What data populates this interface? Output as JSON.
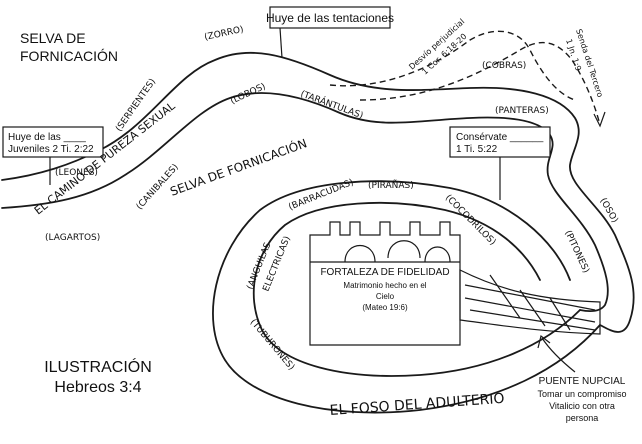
{
  "labels": {
    "forest_top": [
      "SELVA DE",
      "FORNICACIÓN"
    ],
    "temptations_box": "Huye de las tentaciones",
    "zorro": "(ZORRO)",
    "serpientes": "(SERPIENTES)",
    "lobos": "(LOBOS)",
    "leones": "(LEONES)",
    "tarantulas": "(TARÁNTULAS)",
    "cobras": "(COBRAS)",
    "panteras": "(PANTERAS)",
    "canibales": "(CANIBALES)",
    "lagartos": "(LAGARTOS)",
    "oso": "(OSO)",
    "pitones": "(PITONES)",
    "barracudas": "(BARRACUDAS)",
    "piranas": "(PIRAÑAS)",
    "cocodrilos": "(COCODRILOS)",
    "anguilas": [
      "(ANGUILAS",
      "ELECTRICAS)"
    ],
    "tiburones": "(TUBURONES)",
    "camino": "EL  CAMINO  DE  PUREZA  SEXUAL",
    "forest_middle": "SELVA  DE  FORNICACIÓN",
    "juveniles_box": [
      "Huye de las ____",
      "Juveniles  2 Ti. 2:22"
    ],
    "conservate_box": [
      "Consérvate ______",
      "1 Ti. 5:22"
    ],
    "desvio": [
      "Desvío perjudicial",
      "1 Cor. 6:18-20"
    ],
    "senda": [
      "Senda del Tercero",
      "1 Jn. 1:9"
    ],
    "fortress": {
      "title": "FORTALEZA DE FIDELIDAD",
      "lines": [
        "Matrimonio hecho en el",
        "Cielo"
      ],
      "ref": "(Mateo 19:6)"
    },
    "moat": "EL  FOSO  DEL  ADULTERIO",
    "bridge": {
      "title": "PUENTE NUPCIAL",
      "lines": [
        "Tomar un compromiso",
        "Vitalicio con otra",
        "persona"
      ]
    },
    "illustration": [
      "ILUSTRACIÓN",
      "Hebreos 3:4"
    ]
  }
}
